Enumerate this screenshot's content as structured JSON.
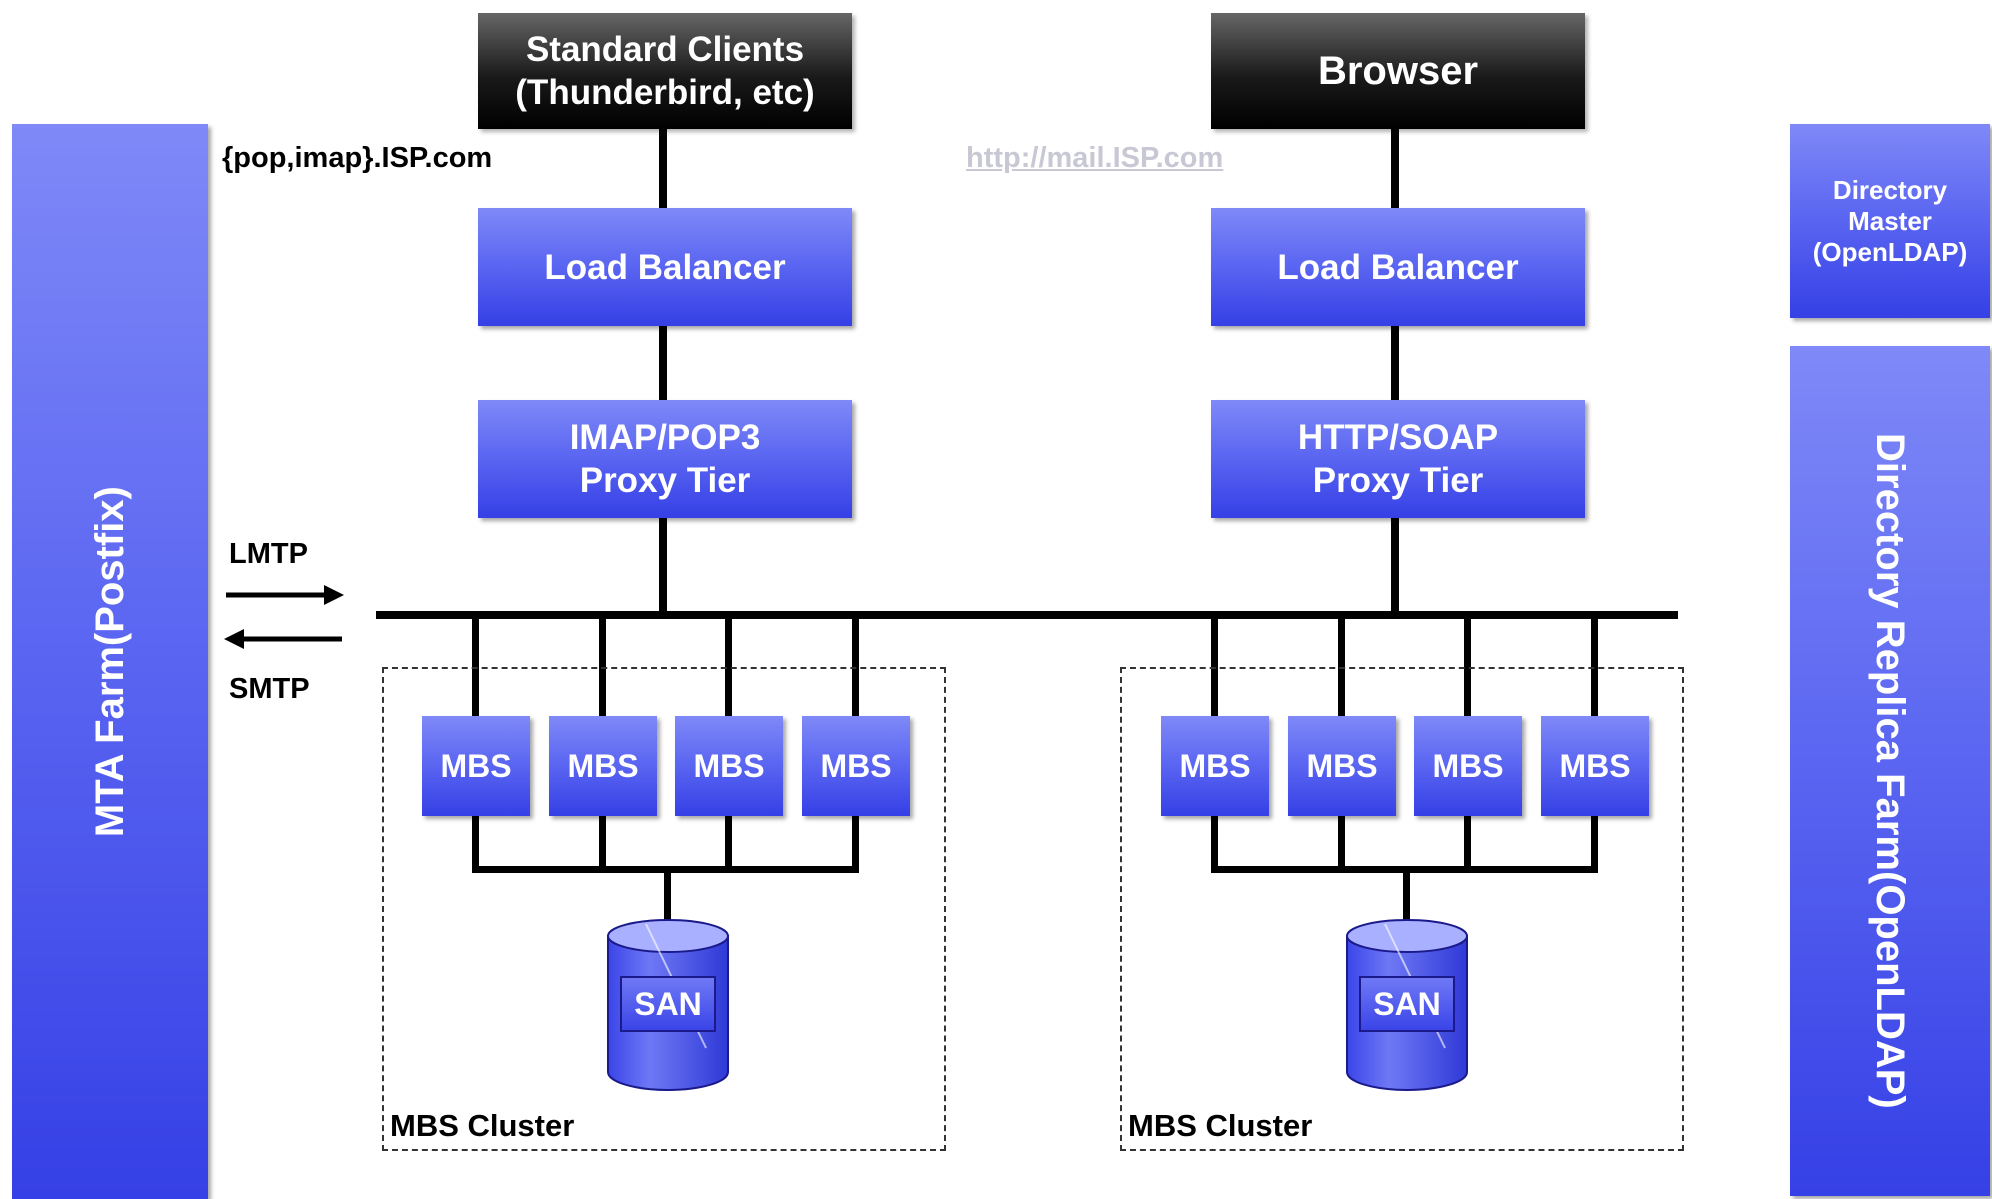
{
  "clients": {
    "standard": {
      "line1": "Standard Clients",
      "line2": "(Thunderbird, etc)"
    },
    "browser": "Browser"
  },
  "urls": {
    "mail_protocols": "{pop,imap}.ISP.com",
    "web": "http://mail.ISP.com"
  },
  "left_stack": {
    "load_balancer": "Load Balancer",
    "proxy_line1": "IMAP/POP3",
    "proxy_line2": "Proxy Tier"
  },
  "right_stack": {
    "load_balancer": "Load Balancer",
    "proxy_line1": "HTTP/SOAP",
    "proxy_line2": "Proxy Tier"
  },
  "mta": {
    "line1": "MTA Farm",
    "line2": "(Postfix)"
  },
  "protocols": {
    "lmtp": "LMTP",
    "smtp": "SMTP"
  },
  "directory_master": {
    "line1": "Directory",
    "line2": "Master",
    "line3": "(OpenLDAP)"
  },
  "directory_replica": {
    "line1": "Directory Replica Farm",
    "line2": "(OpenLDAP)"
  },
  "clusters": [
    {
      "mbs": [
        "MBS",
        "MBS",
        "MBS",
        "MBS"
      ],
      "san": "SAN",
      "label": "MBS Cluster"
    },
    {
      "mbs": [
        "MBS",
        "MBS",
        "MBS",
        "MBS"
      ],
      "san": "SAN",
      "label": "MBS Cluster"
    }
  ],
  "colors": {
    "node_blue": "#4a55ee",
    "client_black": "#111111",
    "url_gray": "#c8c8d4",
    "line_black": "#000000"
  }
}
